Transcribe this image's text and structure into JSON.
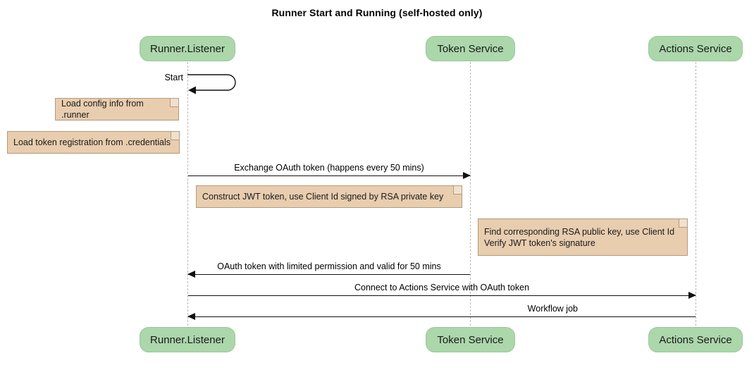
{
  "diagram": {
    "type": "sequence-diagram",
    "title": "Runner Start and Running (self-hosted only)",
    "colors": {
      "participant_fill": "#abd7ab",
      "participant_border": "#9ac79a",
      "note_fill": "#e8cdaf",
      "note_border": "#b59a7c",
      "lifeline": "#b6b6b6",
      "arrow": "#111111",
      "background": "#ffffff"
    }
  },
  "participants": [
    {
      "id": "runner",
      "label": "Runner.Listener"
    },
    {
      "id": "token",
      "label": "Token Service"
    },
    {
      "id": "actions",
      "label": "Actions Service"
    }
  ],
  "participants_bottom": [
    {
      "id": "runner",
      "label": "Runner.Listener"
    },
    {
      "id": "token",
      "label": "Token Service"
    },
    {
      "id": "actions",
      "label": "Actions Service"
    }
  ],
  "self_messages": [
    {
      "id": "start",
      "label": "Start",
      "from": "runner",
      "to": "runner"
    }
  ],
  "notes": [
    {
      "id": "note-config",
      "text": "Load config info from .runner",
      "attached_to": "runner"
    },
    {
      "id": "note-credentials",
      "text": "Load token registration from .credentials",
      "attached_to": "runner"
    },
    {
      "id": "note-jwt",
      "text": "Construct JWT token, use Client Id signed by RSA private key",
      "attached_to": "runner"
    },
    {
      "id": "note-verify",
      "text": "Find corresponding RSA public key, use Client Id\nVerify JWT token's signature",
      "attached_to": "token"
    }
  ],
  "messages": [
    {
      "id": "msg-exchange",
      "label": "Exchange OAuth token (happens every 50 mins)",
      "from": "runner",
      "to": "token",
      "direction": "right"
    },
    {
      "id": "msg-oauth-token",
      "label": "OAuth token with limited permission and valid for 50 mins",
      "from": "token",
      "to": "runner",
      "direction": "left"
    },
    {
      "id": "msg-connect",
      "label": "Connect to Actions Service with OAuth token",
      "from": "runner",
      "to": "actions",
      "direction": "right"
    },
    {
      "id": "msg-workflow-job",
      "label": "Workflow job",
      "from": "actions",
      "to": "runner",
      "direction": "left"
    }
  ]
}
